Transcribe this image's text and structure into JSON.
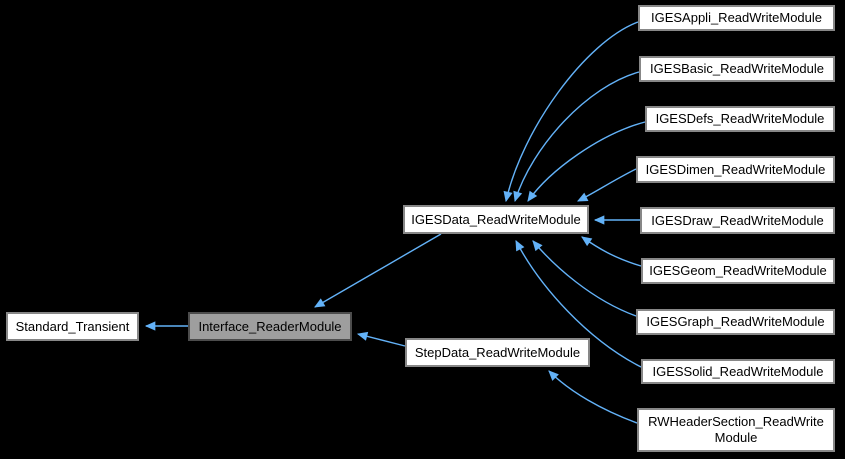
{
  "diagram": {
    "type": "class-inheritance-graph",
    "background_color": "#000000",
    "arrow_color": "#63b2f8",
    "node_fill": "#ffffff",
    "node_border": "#878787",
    "highlight_fill": "#9e9e9e",
    "highlight_border": "#4c4c4c",
    "nodes": [
      {
        "label": "Standard_Transient",
        "highlighted": false
      },
      {
        "label": "Interface_ReaderModule",
        "highlighted": true
      },
      {
        "label": "IGESData_ReadWriteModule",
        "highlighted": false
      },
      {
        "label": "StepData_ReadWriteModule",
        "highlighted": false
      },
      {
        "label": "IGESAppli_ReadWriteModule",
        "highlighted": false
      },
      {
        "label": "IGESBasic_ReadWriteModule",
        "highlighted": false
      },
      {
        "label": "IGESDefs_ReadWriteModule",
        "highlighted": false
      },
      {
        "label": "IGESDimen_ReadWriteModule",
        "highlighted": false
      },
      {
        "label": "IGESDraw_ReadWriteModule",
        "highlighted": false
      },
      {
        "label": "IGESGeom_ReadWriteModule",
        "highlighted": false
      },
      {
        "label": "IGESGraph_ReadWriteModule",
        "highlighted": false
      },
      {
        "label": "IGESSolid_ReadWriteModule",
        "highlighted": false
      },
      {
        "label": "RWHeaderSection_ReadWrite Module",
        "highlighted": false
      }
    ],
    "edges": [
      {
        "from": "Interface_ReaderModule",
        "to": "Standard_Transient"
      },
      {
        "from": "IGESData_ReadWriteModule",
        "to": "Interface_ReaderModule"
      },
      {
        "from": "StepData_ReadWriteModule",
        "to": "Interface_ReaderModule"
      },
      {
        "from": "IGESAppli_ReadWriteModule",
        "to": "IGESData_ReadWriteModule"
      },
      {
        "from": "IGESBasic_ReadWriteModule",
        "to": "IGESData_ReadWriteModule"
      },
      {
        "from": "IGESDefs_ReadWriteModule",
        "to": "IGESData_ReadWriteModule"
      },
      {
        "from": "IGESDimen_ReadWriteModule",
        "to": "IGESData_ReadWriteModule"
      },
      {
        "from": "IGESDraw_ReadWriteModule",
        "to": "IGESData_ReadWriteModule"
      },
      {
        "from": "IGESGeom_ReadWriteModule",
        "to": "IGESData_ReadWriteModule"
      },
      {
        "from": "IGESGraph_ReadWriteModule",
        "to": "IGESData_ReadWriteModule"
      },
      {
        "from": "IGESSolid_ReadWriteModule",
        "to": "IGESData_ReadWriteModule"
      },
      {
        "from": "RWHeaderSection_ReadWriteModule",
        "to": "StepData_ReadWriteModule"
      }
    ]
  }
}
